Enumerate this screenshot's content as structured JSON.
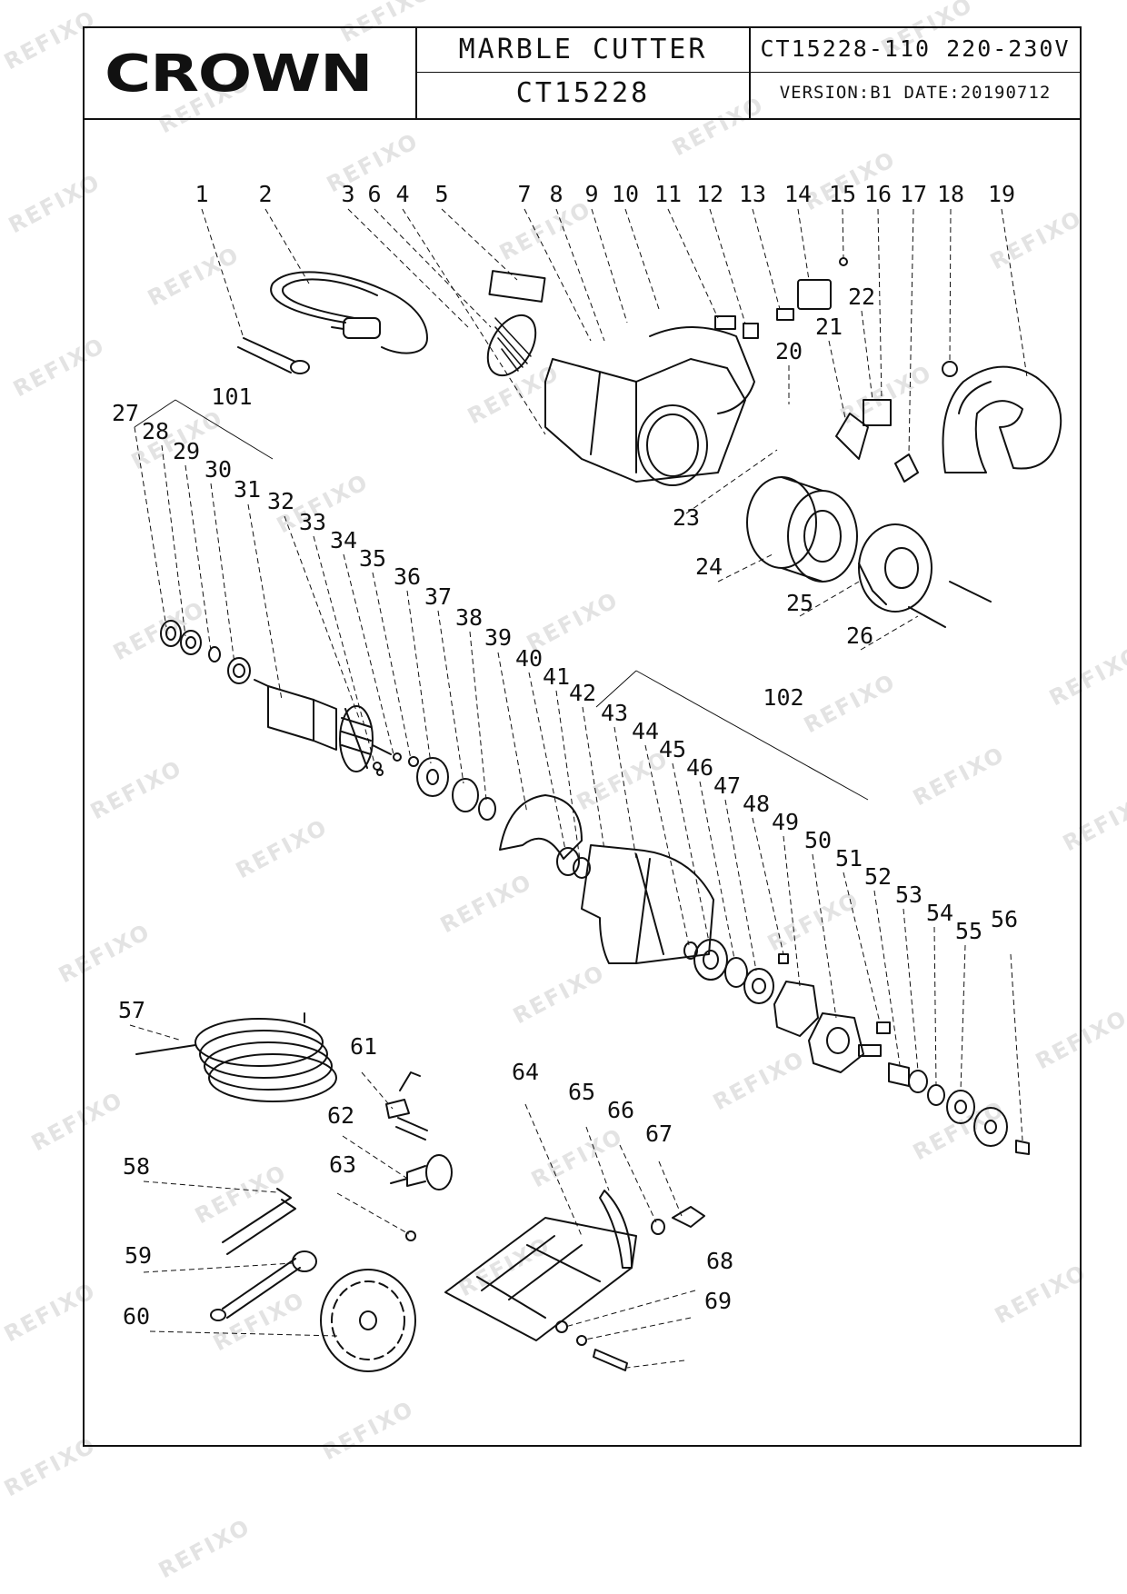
{
  "header": {
    "brand": "CROWN",
    "product_name": "MARBLE CUTTER",
    "product_code": "CT15228",
    "model_voltage": "CT15228-110 220-230V",
    "version_date": "VERSION:B1 DATE:20190712"
  },
  "watermark": "REFIXO",
  "part_numbers": [
    "1",
    "2",
    "3",
    "6",
    "4",
    "5",
    "7",
    "8",
    "9",
    "10",
    "11",
    "12",
    "13",
    "14",
    "15",
    "16",
    "17",
    "18",
    "19",
    "20",
    "21",
    "22",
    "23",
    "24",
    "25",
    "26",
    "27",
    "28",
    "29",
    "30",
    "31",
    "32",
    "33",
    "34",
    "35",
    "36",
    "37",
    "38",
    "39",
    "40",
    "41",
    "42",
    "43",
    "44",
    "45",
    "46",
    "47",
    "48",
    "49",
    "50",
    "51",
    "52",
    "53",
    "54",
    "55",
    "56",
    "57",
    "58",
    "59",
    "60",
    "61",
    "62",
    "63",
    "64",
    "65",
    "66",
    "67",
    "68",
    "69"
  ],
  "assembly_labels": [
    "101",
    "102"
  ]
}
